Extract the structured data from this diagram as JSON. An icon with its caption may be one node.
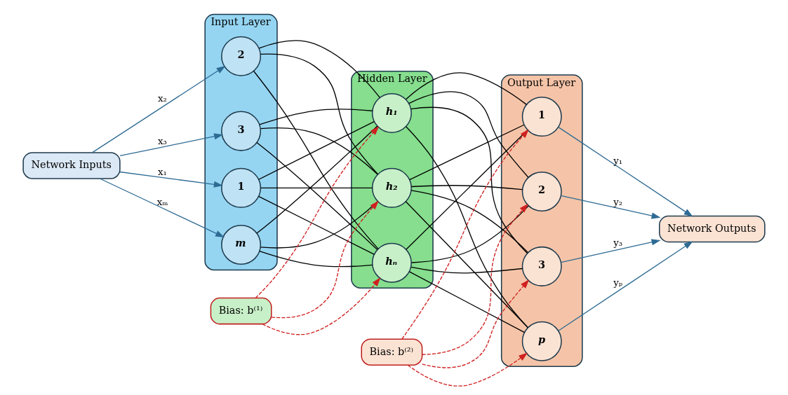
{
  "diagram": {
    "nodes": [
      {
        "text": [
          "Network Inputs"
        ]
      },
      {
        "text": [
          "Input Layer"
        ]
      },
      {
        "text": [
          "1"
        ],
        "in": 1
      },
      {
        "text": [
          "2"
        ],
        "in": 1
      },
      {
        "text": [
          "3"
        ],
        "in": 1
      },
      {
        "text": [
          "m"
        ],
        "in": 1
      },
      {
        "text": [
          "Hidden Layer"
        ]
      },
      {
        "text": [
          "h₁"
        ],
        "in": 6
      },
      {
        "text": [
          "h₂"
        ],
        "in": 6
      },
      {
        "text": [
          "hₙ"
        ],
        "in": 6
      },
      {
        "text": [
          "Output Layer"
        ]
      },
      {
        "text": [
          "1"
        ],
        "in": 10
      },
      {
        "text": [
          "2"
        ],
        "in": 10
      },
      {
        "text": [
          "3"
        ],
        "in": 10
      },
      {
        "text": [
          "p"
        ],
        "in": 10
      },
      {
        "text": [
          "Network Outputs"
        ]
      },
      {
        "text": [
          "Bias: b⁽¹⁾"
        ]
      },
      {
        "text": [
          "Bias: b⁽²⁾"
        ]
      }
    ],
    "edges": [
      {
        "from": 0,
        "to": 2,
        "arrow": "to",
        "label": "x₁",
        "color": "#2e6b94"
      },
      {
        "from": 0,
        "to": 3,
        "arrow": "to",
        "label": "x₂",
        "color": "#2e6b94"
      },
      {
        "from": 0,
        "to": 4,
        "arrow": "to",
        "label": "x₃",
        "color": "#2e6b94"
      },
      {
        "from": 0,
        "to": 5,
        "arrow": "to",
        "label": "xₘ",
        "color": "#2e6b94"
      },
      {
        "from": 2,
        "to": 7,
        "arrow": "none"
      },
      {
        "from": 2,
        "to": 8,
        "arrow": "none"
      },
      {
        "from": 2,
        "to": 9,
        "arrow": "none"
      },
      {
        "from": 3,
        "to": 7,
        "arrow": "none"
      },
      {
        "from": 3,
        "to": 8,
        "arrow": "none"
      },
      {
        "from": 3,
        "to": 9,
        "arrow": "none"
      },
      {
        "from": 4,
        "to": 7,
        "arrow": "none"
      },
      {
        "from": 4,
        "to": 8,
        "arrow": "none"
      },
      {
        "from": 4,
        "to": 9,
        "arrow": "none"
      },
      {
        "from": 5,
        "to": 7,
        "arrow": "none"
      },
      {
        "from": 5,
        "to": 8,
        "arrow": "none"
      },
      {
        "from": 5,
        "to": 9,
        "arrow": "none"
      },
      {
        "from": 7,
        "to": 11,
        "arrow": "none"
      },
      {
        "from": 7,
        "to": 12,
        "arrow": "none"
      },
      {
        "from": 7,
        "to": 13,
        "arrow": "none"
      },
      {
        "from": 7,
        "to": 14,
        "arrow": "none"
      },
      {
        "from": 8,
        "to": 11,
        "arrow": "none"
      },
      {
        "from": 8,
        "to": 12,
        "arrow": "none"
      },
      {
        "from": 8,
        "to": 13,
        "arrow": "none"
      },
      {
        "from": 8,
        "to": 14,
        "arrow": "none"
      },
      {
        "from": 9,
        "to": 11,
        "arrow": "none"
      },
      {
        "from": 9,
        "to": 12,
        "arrow": "none"
      },
      {
        "from": 9,
        "to": 13,
        "arrow": "none"
      },
      {
        "from": 9,
        "to": 14,
        "arrow": "none"
      },
      {
        "from": 11,
        "to": 15,
        "arrow": "to",
        "label": "y₁",
        "color": "#2e6b94"
      },
      {
        "from": 12,
        "to": 15,
        "arrow": "to",
        "label": "y₂",
        "color": "#2e6b94"
      },
      {
        "from": 13,
        "to": 15,
        "arrow": "to",
        "label": "y₃",
        "color": "#2e6b94"
      },
      {
        "from": 14,
        "to": 15,
        "arrow": "to",
        "label": "yₚ",
        "color": "#2e6b94"
      },
      {
        "from": 16,
        "to": 7,
        "arrow": "to",
        "style": "dashed",
        "color": "#d02020"
      },
      {
        "from": 16,
        "to": 8,
        "arrow": "to",
        "style": "dashed",
        "color": "#d02020"
      },
      {
        "from": 16,
        "to": 9,
        "arrow": "to",
        "style": "dashed",
        "color": "#d02020"
      },
      {
        "from": 17,
        "to": 11,
        "arrow": "to",
        "style": "dashed",
        "color": "#d02020"
      },
      {
        "from": 17,
        "to": 12,
        "arrow": "to",
        "style": "dashed",
        "color": "#d02020"
      },
      {
        "from": 17,
        "to": 13,
        "arrow": "to",
        "style": "dashed",
        "color": "#d02020"
      },
      {
        "from": 17,
        "to": 14,
        "arrow": "to",
        "style": "dashed",
        "color": "#d02020"
      }
    ]
  }
}
